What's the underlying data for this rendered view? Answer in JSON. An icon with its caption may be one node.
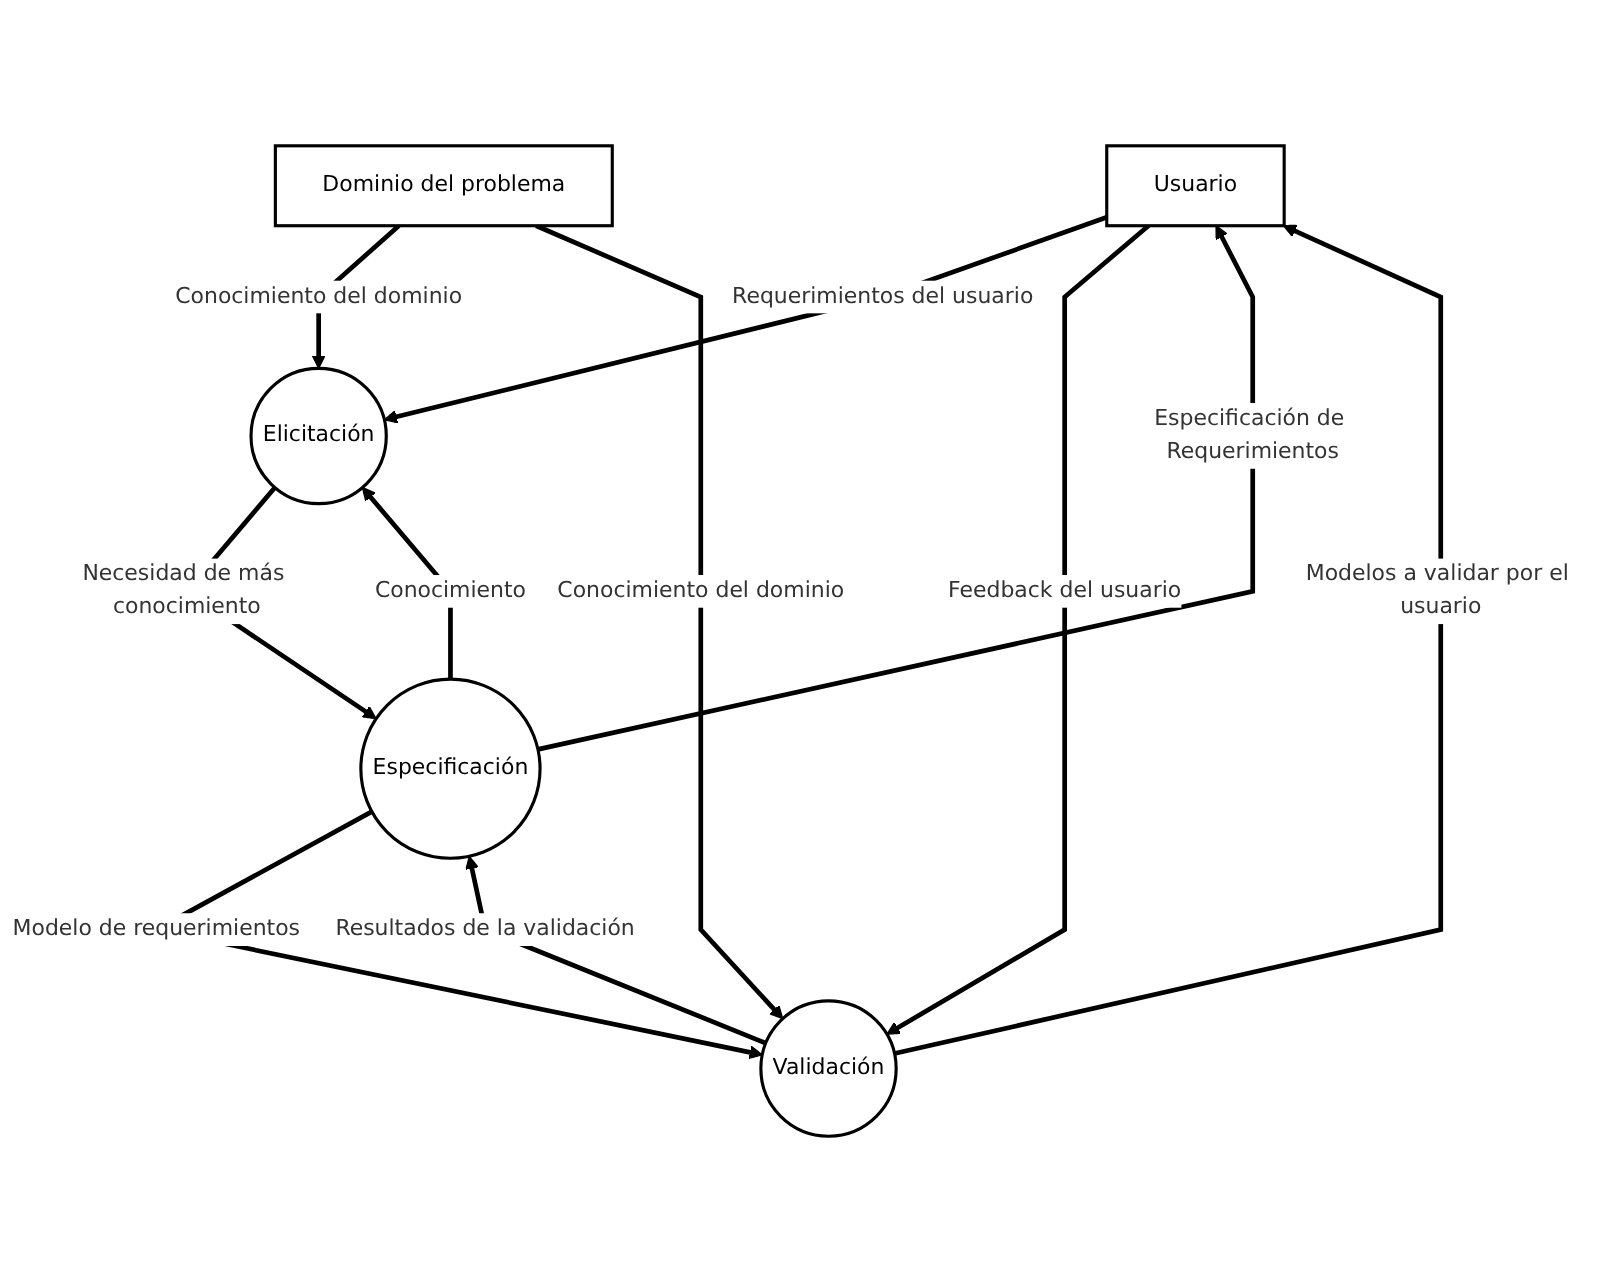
{
  "diagram": {
    "nodes": [
      {
        "text": [
          "Usuario"
        ]
      },
      {
        "text": [
          "Elicitación"
        ]
      },
      {
        "text": [
          "Especificación"
        ]
      },
      {
        "text": [
          "Validación"
        ]
      },
      {
        "text": [
          "Dominio del problema"
        ]
      }
    ],
    "edges": [
      {
        "from": 0,
        "to": 1,
        "arrow": "to",
        "label": "Requerimientos del usuario"
      },
      {
        "from": 2,
        "to": 0,
        "arrow": "to",
        "label": "Especificación de Requerimientos"
      },
      {
        "from": 3,
        "to": 0,
        "arrow": "to",
        "label": "Modelos a validar por el usuario"
      },
      {
        "from": 0,
        "to": 3,
        "arrow": "to",
        "label": "Feedback del usuario"
      },
      {
        "from": 2,
        "to": 1,
        "arrow": "to",
        "label": "Conocimiento"
      },
      {
        "from": 1,
        "to": 2,
        "arrow": "to",
        "label": "Necesidad de más conocimiento"
      },
      {
        "from": 2,
        "to": 3,
        "arrow": "to",
        "label": "Modelo de requerimientos"
      },
      {
        "from": 3,
        "to": 2,
        "arrow": "to",
        "label": "Resultados de la validación"
      },
      {
        "from": 4,
        "to": 1,
        "arrow": "to",
        "label": "Conocimiento del dominio"
      },
      {
        "from": 4,
        "to": 3,
        "arrow": "to",
        "label": "Conocimiento del dominio"
      }
    ]
  }
}
